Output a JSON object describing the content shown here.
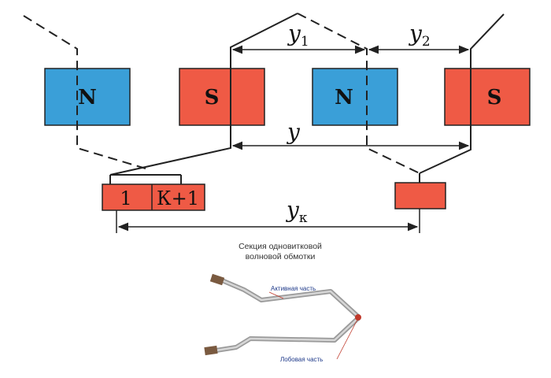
{
  "diagram": {
    "poles": [
      {
        "label": "N",
        "color": "#3a9fd8"
      },
      {
        "label": "S",
        "color": "#ef5a45"
      },
      {
        "label": "N",
        "color": "#3a9fd8"
      },
      {
        "label": "S",
        "color": "#ef5a45"
      }
    ],
    "dimensions": {
      "y1": {
        "main": "y",
        "sub": "1"
      },
      "y2": {
        "main": "y",
        "sub": "2"
      },
      "y": {
        "main": "y"
      },
      "yk": {
        "main": "y",
        "sub": "к"
      }
    },
    "commutator": {
      "segment_1": "1",
      "segment_k1": "К+1"
    }
  },
  "caption": {
    "line1": "Секция одновитковой",
    "line2": "волновой обмотки"
  },
  "photo_labels": {
    "active": "Активная часть",
    "end": "Лобовая часть"
  },
  "colors": {
    "north": "#3a9fd8",
    "south": "#ef5a45",
    "stroke": "#222222",
    "label_blue": "#1f3a8a"
  }
}
